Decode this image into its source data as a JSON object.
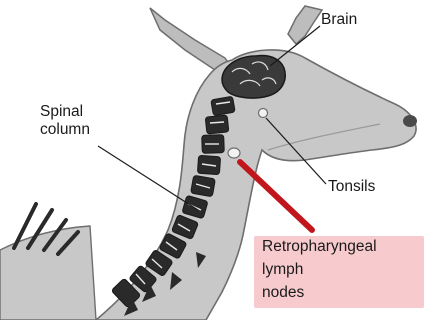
{
  "labels": {
    "brain": "Brain",
    "spinal_line1": "Spinal",
    "spinal_line2": "column",
    "tonsils": "Tonsils",
    "retro_line1": "Retropharyngeal",
    "retro_line2": "lymph",
    "retro_line3": "nodes"
  },
  "colors": {
    "head_neck": "#c8c8c8",
    "outline": "#6e6e6e",
    "bone": "#2a2a2a",
    "pointer_red": "#c0161c",
    "highlight": "#f0a0a5"
  }
}
